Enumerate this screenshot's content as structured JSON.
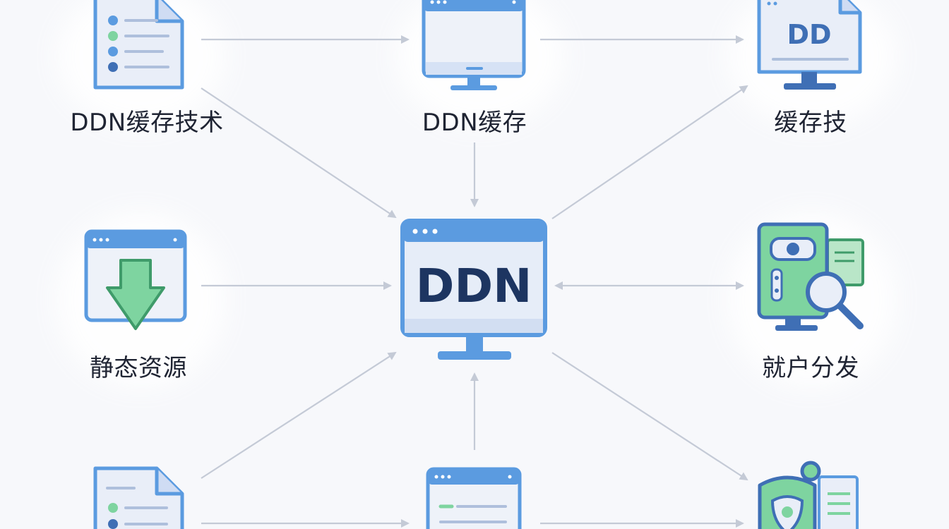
{
  "nodes": {
    "tl": {
      "label": "DDN缓存技术",
      "icon": "document-list-icon"
    },
    "tc": {
      "label": "DDN缓存",
      "icon": "monitor-window-icon"
    },
    "tr": {
      "label": "缓存技",
      "icon": "document-monitor-icon",
      "icon_text": "DD"
    },
    "ml": {
      "label": "静态资源",
      "icon": "download-window-icon"
    },
    "center": {
      "label": "DDN",
      "icon": "monitor-icon"
    },
    "mr": {
      "label": "就户分发",
      "icon": "camera-search-icon"
    },
    "bl": {
      "icon": "document-list-icon"
    },
    "bc": {
      "icon": "window-list-icon"
    },
    "br": {
      "icon": "shield-document-icon"
    }
  },
  "colors": {
    "blue": "#5b9be0",
    "blue_dark": "#3f6fb5",
    "navy": "#1d3561",
    "green": "#7ed4a0",
    "green_dark": "#3f9b6a",
    "panel": "#eaf0fa",
    "arrow": "#c4cad6"
  }
}
